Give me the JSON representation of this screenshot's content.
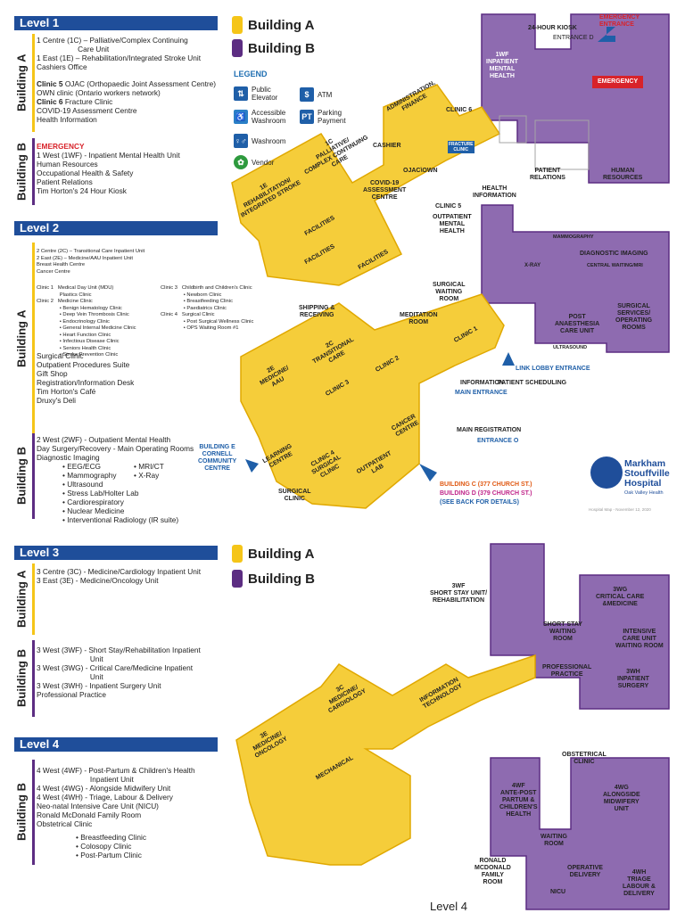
{
  "colors": {
    "building_a": "#f5c518",
    "building_b": "#5c2d82",
    "level_bar": "#1f4e9a",
    "emergency": "#d8232a"
  },
  "keys": {
    "building_a": "Building A",
    "building_b": "Building B"
  },
  "legend": {
    "title": "LEGEND",
    "elevator": "Public\nElevator",
    "atm": "ATM",
    "washroom_acc": "Accessible\nWashroom",
    "parking": "Parking\nPayment",
    "washroom": "Washroom",
    "vendor": "Vendor"
  },
  "level1": {
    "title": "Level 1",
    "tab_a": "Building A",
    "tab_b": "Building B",
    "a_lines": "1 Centre (1C) – Palliative/Complex Continuing\n                    Care Unit\n1 East (1E) – Rehabilitation/Integrated Stroke Unit\nCashiers Office",
    "a_clinics_1": "Clinic 5",
    "a_clinics_1_rest": " OJAC (Orthopaedic Joint Assessment Centre)",
    "a_clinics_2": "OWN clinic (Ontario workers network)",
    "a_clinics_3": "Clinic 6",
    "a_clinics_3_rest": " Fracture Clinic",
    "a_clinics_4": "COVID-19 Assessment Centre\nHealth Information",
    "b_emergency": "EMERGENCY",
    "b_lines": "1 West (1WF) - Inpatient Mental Health Unit\nHuman Resources\nOccupational Health & Safety\nPatient Relations\nTim Horton's 24 Hour Kiosk"
  },
  "level2": {
    "title": "Level 2",
    "tab_a": "Building A",
    "tab_b": "Building B",
    "a_units": "2 Centre (2C) – Transitional Care Inpatient Unit\n2 East (2E) – Medicine/AAU Inpatient Unit\nBreast Health Centre\nCancer Centre",
    "clinics_left": "Clinic 1   Medical Day Unit (MDU)\n                Plastics Clinic\nClinic 2   Medicine Clinic\n                • Benign Hematology Clinic\n                • Deep Vein Thrombosis Clinic\n                • Endocrinology Clinic\n                • General Internal Medicine Clinic\n                • Heart Function Clinic\n                • Infectious Disease Clinic\n                • Seniors Health Clinic\n                • Stroke Prevention Clinic",
    "clinics_right": "Clinic 3   Childbirth and Children's Clinic\n                • Newborn Clinic\n                • Breastfeeding Clinic\n                • Paediatrics Clinic\nClinic 4   Surgical Clinic\n                • Post Surgical Wellness Clinic\n                • OPS Waiting Room #1",
    "a_services": "Surgical Clinic\nOutpatient Procedures Suite\nGift Shop\nRegistration/Information Desk\nTim Horton's Café\nDruxy's Deli",
    "b_lines": "2 West (2WF) - Outpatient Mental Health\nDay Surgery/Recovery - Main Operating Rooms\nDiagnostic Imaging",
    "b_imaging_left": "• EEG/ECG\n• Mammography\n• Ultrasound\n• Stress Lab/Holter Lab\n• Cardiorespiratory\n• Nuclear Medicine\n• Interventional Radiology (IR suite)",
    "b_imaging_right": "• MRI/CT\n• X-Ray"
  },
  "level3": {
    "title": "Level 3",
    "tab_a": "Building A",
    "tab_b": "Building B",
    "a_lines": "3 Centre (3C) - Medicine/Cardiology Inpatient Unit\n3 East (3E) - Medicine/Oncology Unit",
    "b_lines": "3 West (3WF) - Short Stay/Rehabilitation Inpatient\n                          Unit\n3 West (3WG) - Critical Care/Medicine Inpatient\n                          Unit\n3 West (3WH) - Inpatient Surgery Unit\nProfessional Practice"
  },
  "level4": {
    "title": "Level 4",
    "tab_b": "Building B",
    "b_lines": "4 West (4WF) - Post-Partum & Children's Health\n                          Inpatient Unit\n4 West (4WG) - Alongside Midwifery Unit\n4 West (4WH) - Triage, Labour & Delivery\nNeo-natal Intensive Care Unit (NICU)\nRonald McDonald Family Room\nObstetrical Clinic",
    "b_bullets": "• Breastfeeding Clinic\n• Colosopy Clinic\n• Post-Partum Clinic"
  },
  "map_l1": {
    "wf1": "1WF\nINPATIENT\nMENTAL\nHEALTH",
    "kiosk": "24-HOUR KIOSK",
    "entrance_d": "ENTRANCE D",
    "emerg_entrance": "EMERGENCY\nENTRANCE",
    "emergency": "EMERGENCY",
    "admin": "ADMINISTRATION,\nFINANCE",
    "clinic6": "CLINIC 6",
    "cashier": "CASHIER",
    "fracture": "FRACTURE\nCLINIC",
    "ojac": "OJAC\\OWN",
    "c1": "1C\nPALLIATIVE/\nCOMPLEX CONTINUING\nCARE",
    "e1": "1E\nREHABILITATION/\nINTEGRATED STROKE",
    "covid": "COVID-19\nASSESSMENT\nCENTRE",
    "facilities": "FACILITIES",
    "patient_rel": "PATIENT\nRELATIONS",
    "hr": "HUMAN\nRESOURCES",
    "health_info": "HEALTH\nINFORMATION",
    "clinic5": "CLINIC 5",
    "shipping": "SHIPPING &\nRECEIVING"
  },
  "map_l2": {
    "outpatient_mh": "OUTPATIENT\nMENTAL\nHEALTH",
    "mammography": "MAMMOGRAPHY",
    "xray": "X-RAY",
    "diag": "DIAGNOSTIC IMAGING",
    "central_wait": "CENTRAL WAITING/MRI",
    "surg_wait": "SURGICAL\nWAITING\nROOM",
    "post_anaes": "POST\nANAESTHESIA\nCARE UNIT",
    "surg_serv": "SURGICAL\nSERVICES/\nOPERATING\nROOMS",
    "ultrasound": "ULTRASOUND",
    "meditation": "MEDITATION\nROOM",
    "clinic1": "CLINIC 1",
    "link_lobby": "LINK LOBBY ENTRANCE",
    "patient_sched": "PATIENT SCHEDULING",
    "c2": "2C\nTRANSITIONAL\nCARE",
    "e2": "2E\nMEDICINE/\nAAU",
    "clinic2": "CLINIC 2",
    "clinic3": "CLINIC 3",
    "information": "INFORMATION",
    "main_entrance": "MAIN ENTRANCE",
    "main_reg": "MAIN REGISTRATION",
    "entrance_o": "ENTRANCE O",
    "cancer": "CANCER\nCENTRE",
    "outpatient_lab": "OUTPATIENT\nLAB",
    "clinic4": "CLINIC 4\nSURGICAL\nCLINIC",
    "learning": "LEARNING\nCENTRE",
    "surg_clinic": "SURGICAL\nCLINIC",
    "bldg_e": "BUILDING E\nCORNELL\nCOMMUNITY\nCENTRE",
    "bldg_c": "BUILDING C (377 CHURCH ST.)",
    "bldg_d": "BUILDING D (379 CHURCH ST.)",
    "see_back": "(SEE BACK FOR DETAILS)"
  },
  "map_l3": {
    "wf3": "3WF\nSHORT STAY UNIT/\nREHABILITATION",
    "wg3": "3WG\nCRITICAL CARE\n&MEDICINE",
    "short_wait": "SHORT STAY\nWAITING\nROOM",
    "icu_wait": "INTENSIVE\nCARE UNIT\nWAITING ROOM",
    "prof": "PROFESSIONAL\nPRACTICE",
    "wh3": "3WH\nINPATIENT\nSURGERY",
    "c3": "3C\nMEDICINE/\nCARDIOLOGY",
    "it": "INFORMATION\nTECHNOLOGY",
    "e3": "3E\nMEDICINE/\nONCOLOGY",
    "mechanical": "MECHANICAL"
  },
  "map_l4": {
    "obst": "OBSTETRICAL\nCLINIC",
    "wf4": "4WF\nANTE-POST\nPARTUM &\nCHILDREN'S\nHEALTH",
    "wg4": "4WG\nALONGSIDE\nMIDWIFERY\nUNIT",
    "waiting": "WAITING\nROOM",
    "ronald": "RONALD\nMCDONALD\nFAMILY\nROOM",
    "operative": "OPERATIVE\nDELIVERY",
    "nicu": "NICU",
    "wh4": "4WH\nTRIAGE\nLABOUR &\nDELIVERY"
  },
  "logo": {
    "line1": "Markham",
    "line2": "Stouffville",
    "line3": "Hospital",
    "line4": "Oak Valley Health"
  },
  "footer_date": "Hospital Map - November 12, 2020",
  "footer_level": "Level 4"
}
